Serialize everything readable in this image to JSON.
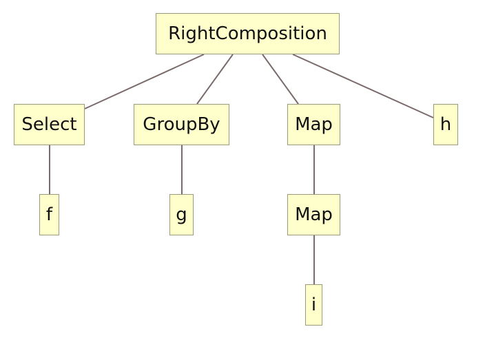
{
  "diagram": {
    "type": "tree",
    "nodes": [
      {
        "id": "root",
        "label": "RightComposition",
        "parent": null
      },
      {
        "id": "select",
        "label": "Select",
        "parent": "root"
      },
      {
        "id": "groupby",
        "label": "GroupBy",
        "parent": "root"
      },
      {
        "id": "map1",
        "label": "Map",
        "parent": "root"
      },
      {
        "id": "h",
        "label": "h",
        "parent": "root"
      },
      {
        "id": "f",
        "label": "f",
        "parent": "select"
      },
      {
        "id": "g",
        "label": "g",
        "parent": "groupby"
      },
      {
        "id": "map2",
        "label": "Map",
        "parent": "map1"
      },
      {
        "id": "i",
        "label": "i",
        "parent": "map2"
      }
    ],
    "colors": {
      "node_fill": "#ffffcc",
      "node_border": "#9a9a7a",
      "edge": "#7a6a6a"
    }
  }
}
